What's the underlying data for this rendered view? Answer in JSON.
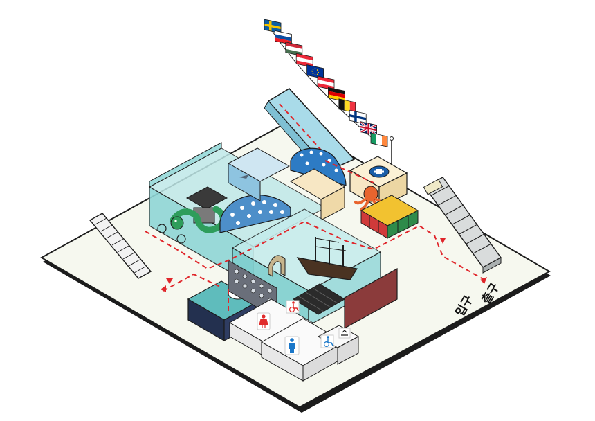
{
  "signs": {
    "entrance": "입구",
    "exit": "출구"
  },
  "icons": [
    "toilet-female-icon",
    "toilet-male-icon",
    "wheelchair-icon",
    "diaper-change-icon",
    "medical-cross-icon"
  ],
  "flags": [
    "sweden",
    "slovakia",
    "hungary",
    "austria",
    "european-union",
    "austria-2",
    "germany",
    "belgium",
    "finland",
    "united-kingdom",
    "ireland"
  ],
  "colors": {
    "route": "#e0262b",
    "floor": "#f6f8ef",
    "glass": "#8fd6d6",
    "glass_dark": "#5fbcbc",
    "outline": "#1c1c1c",
    "sky_ramp": "#a9dbe9",
    "brick": "#8b3b3b",
    "navy": "#23304f",
    "cream": "#f7e7c4",
    "female": "#e02b2b",
    "male": "#1a77c9",
    "accessible": "#1a77c9"
  }
}
